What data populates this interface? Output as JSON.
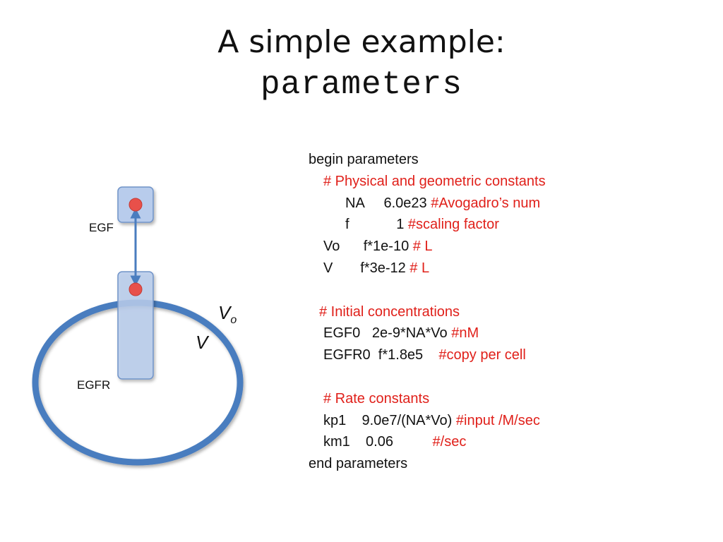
{
  "slide": {
    "title_line1": "A simple example:",
    "title_line2": "parameters"
  },
  "diagram": {
    "egf_label": "EGF",
    "egfr_label": "EGFR",
    "vo_main": "V",
    "vo_sub": "o",
    "v_label": "V",
    "colors": {
      "membrane": "#4a7dbf",
      "receptor_fill": "#b8ccec",
      "receptor_stroke": "#6f93c8",
      "ligand": "#e8504a",
      "arrow": "#4a7dbf"
    }
  },
  "code": {
    "begin": "begin parameters",
    "c1": "# Physical and geometric constants",
    "na_def": "NA     6.0e23 ",
    "na_comment": "#Avogadro’s num",
    "f_def": "f            1 ",
    "f_comment": "#scaling factor",
    "vo_def": "Vo      f*1e-10 ",
    "vo_comment": "# L",
    "v_def": "V       f*3e-12 ",
    "v_comment": "# L",
    "c2": "# Initial concentrations",
    "egf0_def": "EGF0   2e-9*NA*Vo ",
    "egf0_comment": "#nM",
    "egfr0_def": "EGFR0  f*1.8e5    ",
    "egfr0_comment": "#copy per cell",
    "c3": "# Rate constants",
    "kp1_def": "kp1    9.0e7/(NA*Vo) ",
    "kp1_comment": "#input /M/sec",
    "km1_def": "km1    0.06          ",
    "km1_comment": "#/sec",
    "end": "end parameters"
  }
}
